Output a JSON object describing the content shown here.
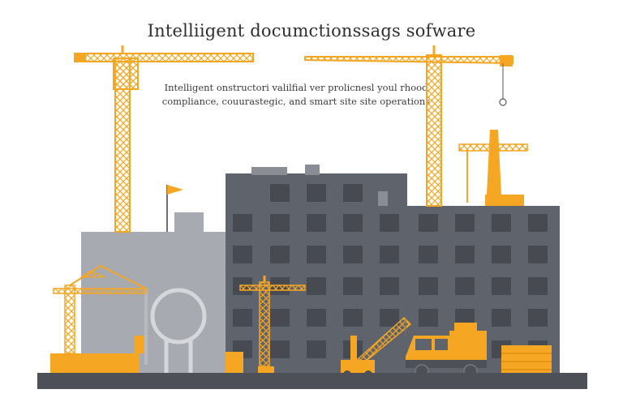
{
  "title": "Intelliigent documctionssags sofware",
  "subtitle_line1": "Intelligent onstructori valilfial ver prolicnesl youl rhood",
  "subtitle_line2": "compliance, couurastegic, and smart site site operations",
  "colors": {
    "crane": "#f5a623",
    "building_dark": "#5f636c",
    "window": "#474a51",
    "building_light": "#a7aab0",
    "ground": "#4e5058"
  }
}
